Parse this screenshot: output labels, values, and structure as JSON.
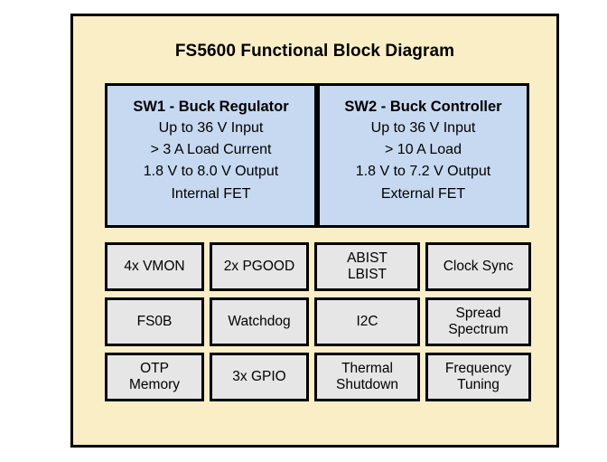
{
  "panel": {
    "title": "FS5600 Functional Block Diagram",
    "background_color": "#f9eec6",
    "border_color": "#000000"
  },
  "switchers": {
    "fill_color": "#c6d9f0",
    "blocks": [
      {
        "title": "SW1 - Buck Regulator",
        "lines": [
          "Up to 36 V Input",
          "> 3 A Load Current",
          "1.8 V to 8.0 V Output",
          "Internal FET"
        ]
      },
      {
        "title": "SW2 - Buck Controller",
        "lines": [
          "Up to 36 V Input",
          "> 10 A Load",
          "1.8 V to 7.2 V Output",
          "External FET"
        ]
      }
    ]
  },
  "features": {
    "fill_color": "#e6e6e6",
    "boxes": [
      {
        "lines": [
          "4x VMON"
        ]
      },
      {
        "lines": [
          "2x PGOOD"
        ]
      },
      {
        "lines": [
          "ABIST",
          "LBIST"
        ]
      },
      {
        "lines": [
          "Clock Sync"
        ]
      },
      {
        "lines": [
          "FS0B"
        ]
      },
      {
        "lines": [
          "Watchdog"
        ]
      },
      {
        "lines": [
          "I2C"
        ]
      },
      {
        "lines": [
          "Spread",
          "Spectrum"
        ]
      },
      {
        "lines": [
          "OTP",
          "Memory"
        ]
      },
      {
        "lines": [
          "3x GPIO"
        ]
      },
      {
        "lines": [
          "Thermal",
          "Shutdown"
        ]
      },
      {
        "lines": [
          "Frequency",
          "Tuning"
        ]
      }
    ]
  }
}
